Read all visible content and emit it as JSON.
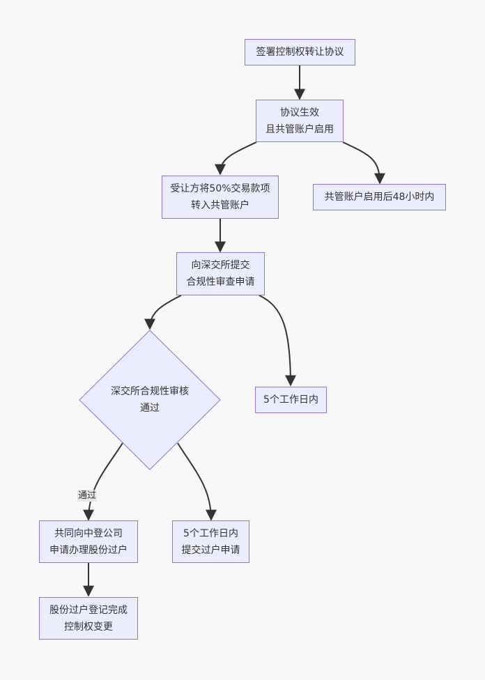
{
  "diagram": {
    "type": "flowchart",
    "direction": "top-down",
    "colors": {
      "background": "#f8f8f8",
      "node_fill": "#ececff",
      "node_border": "#9370db",
      "text": "#333333",
      "edge": "#333333",
      "edge_label_bg": "#e8e8e8"
    },
    "nodes": {
      "sign": {
        "lines": [
          "签署控制权转让协议"
        ]
      },
      "effective": {
        "lines": [
          "协议生效",
          "且共管账户启用"
        ]
      },
      "transfer": {
        "lines": [
          "受让方将50%交易款项",
          "转入共管账户"
        ]
      },
      "within48": {
        "lines": [
          "共管账户启用后48小时内"
        ]
      },
      "submit": {
        "lines": [
          "向深交所提交",
          "合规性审查申请"
        ]
      },
      "review": {
        "shape": "diamond",
        "lines": [
          "深交所合规性审核",
          "通过"
        ]
      },
      "within5a": {
        "lines": [
          "5个工作日内"
        ]
      },
      "apply": {
        "lines": [
          "共同向中登公司",
          "申请办理股份过户"
        ]
      },
      "within5b": {
        "lines": [
          "5个工作日内",
          "提交过户申请"
        ]
      },
      "done": {
        "lines": [
          "股份过户登记完成",
          "控制权变更"
        ]
      }
    },
    "edges": [
      {
        "from": "sign",
        "to": "effective",
        "label": ""
      },
      {
        "from": "effective",
        "to": "transfer",
        "label": ""
      },
      {
        "from": "effective",
        "to": "within48",
        "label": ""
      },
      {
        "from": "transfer",
        "to": "submit",
        "label": ""
      },
      {
        "from": "submit",
        "to": "review",
        "label": ""
      },
      {
        "from": "submit",
        "to": "within5a",
        "label": ""
      },
      {
        "from": "review",
        "to": "apply",
        "label": "通过"
      },
      {
        "from": "review",
        "to": "within5b",
        "label": ""
      },
      {
        "from": "apply",
        "to": "done",
        "label": ""
      }
    ]
  }
}
